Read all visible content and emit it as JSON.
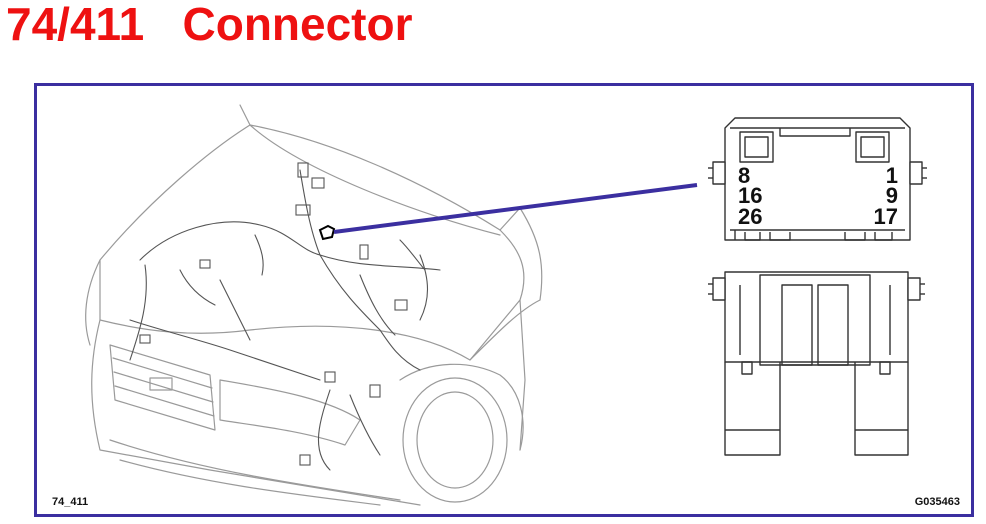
{
  "title": {
    "text": "74/411   Connector",
    "color": "#ee1111"
  },
  "frame_color": "#3b2fa0",
  "leader_color": "#3b2fa0",
  "figure_codes": {
    "left": "74_411",
    "right": "G035463"
  },
  "connector": {
    "pin_labels_left": [
      "8",
      "16",
      "26"
    ],
    "pin_labels_right": [
      "1",
      "9",
      "17"
    ]
  }
}
